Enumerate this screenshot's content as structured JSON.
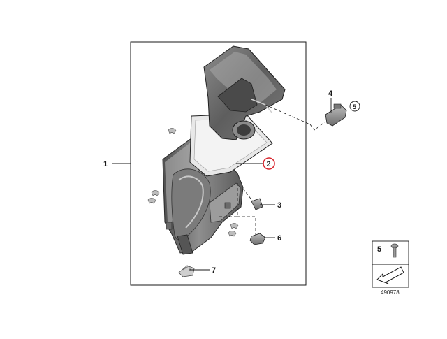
{
  "diagram": {
    "callouts": [
      {
        "label": "1"
      },
      {
        "label": "2",
        "highlighted": true,
        "highlight_color": "#d8262e"
      },
      {
        "label": "3"
      },
      {
        "label": "4"
      },
      {
        "label": "5",
        "circled": true
      },
      {
        "label": "6"
      },
      {
        "label": "7"
      }
    ],
    "legend": {
      "label": "5",
      "icon": "screw-icon",
      "secondary_icon": "arrow-icon"
    },
    "diagram_id": "490978"
  },
  "colors": {
    "line": "#1a1a1a",
    "part_dark": "#6f6f6f",
    "part_mid": "#9a9a9a",
    "part_light": "#d0d0d0",
    "filter": "#e6e6e6",
    "highlight": "#d8262e"
  }
}
